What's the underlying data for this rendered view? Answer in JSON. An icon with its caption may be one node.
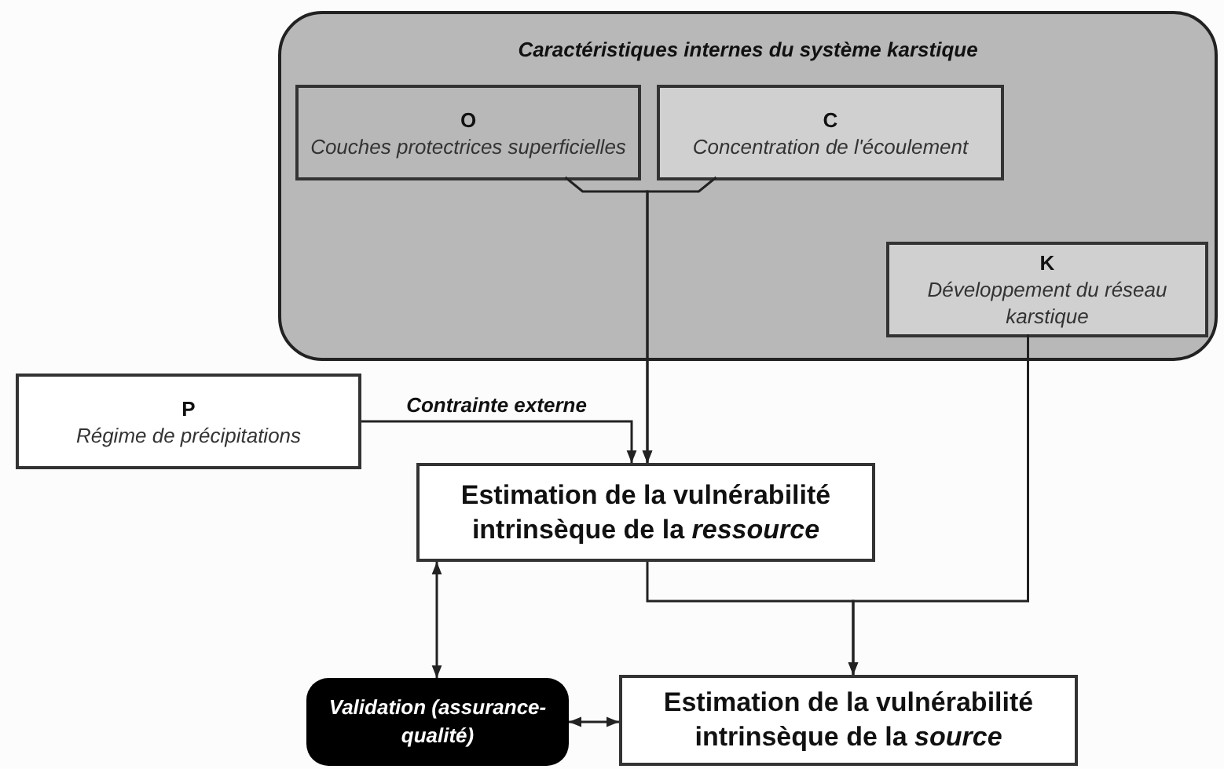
{
  "diagram": {
    "nodes": [
      {
        "text": [
          "Caractéristiques internes du système karstique"
        ]
      },
      {
        "text": [
          "O",
          "Couches protectrices superficielles"
        ],
        "in": 0
      },
      {
        "text": [
          "C",
          "Concentration de l'écoulement"
        ],
        "in": 0
      },
      {
        "text": [
          "K",
          "Développement du réseau karstique"
        ],
        "in": 0
      },
      {
        "text": [
          "P",
          "Régime de précipitations"
        ]
      },
      {
        "text": [
          "Estimation de la vulnérabilité intrinsèque de la *ressource*"
        ]
      },
      {
        "text": [
          "Validation (assurance-qualité)"
        ]
      },
      {
        "text": [
          "Estimation de la vulnérabilité intrinsèque de la *source*"
        ]
      }
    ],
    "edges": [
      {
        "from": 1,
        "to": 5,
        "arrow": "to"
      },
      {
        "from": 2,
        "to": 5,
        "arrow": "to"
      },
      {
        "from": 4,
        "to": 5,
        "arrow": "to",
        "label": "Contrainte externe"
      },
      {
        "from": 3,
        "to": 7,
        "arrow": "to"
      },
      {
        "from": 5,
        "to": 7,
        "arrow": "to"
      },
      {
        "from": 6,
        "to": 5,
        "arrow": "both"
      },
      {
        "from": 6,
        "to": 7,
        "arrow": "both"
      }
    ]
  }
}
